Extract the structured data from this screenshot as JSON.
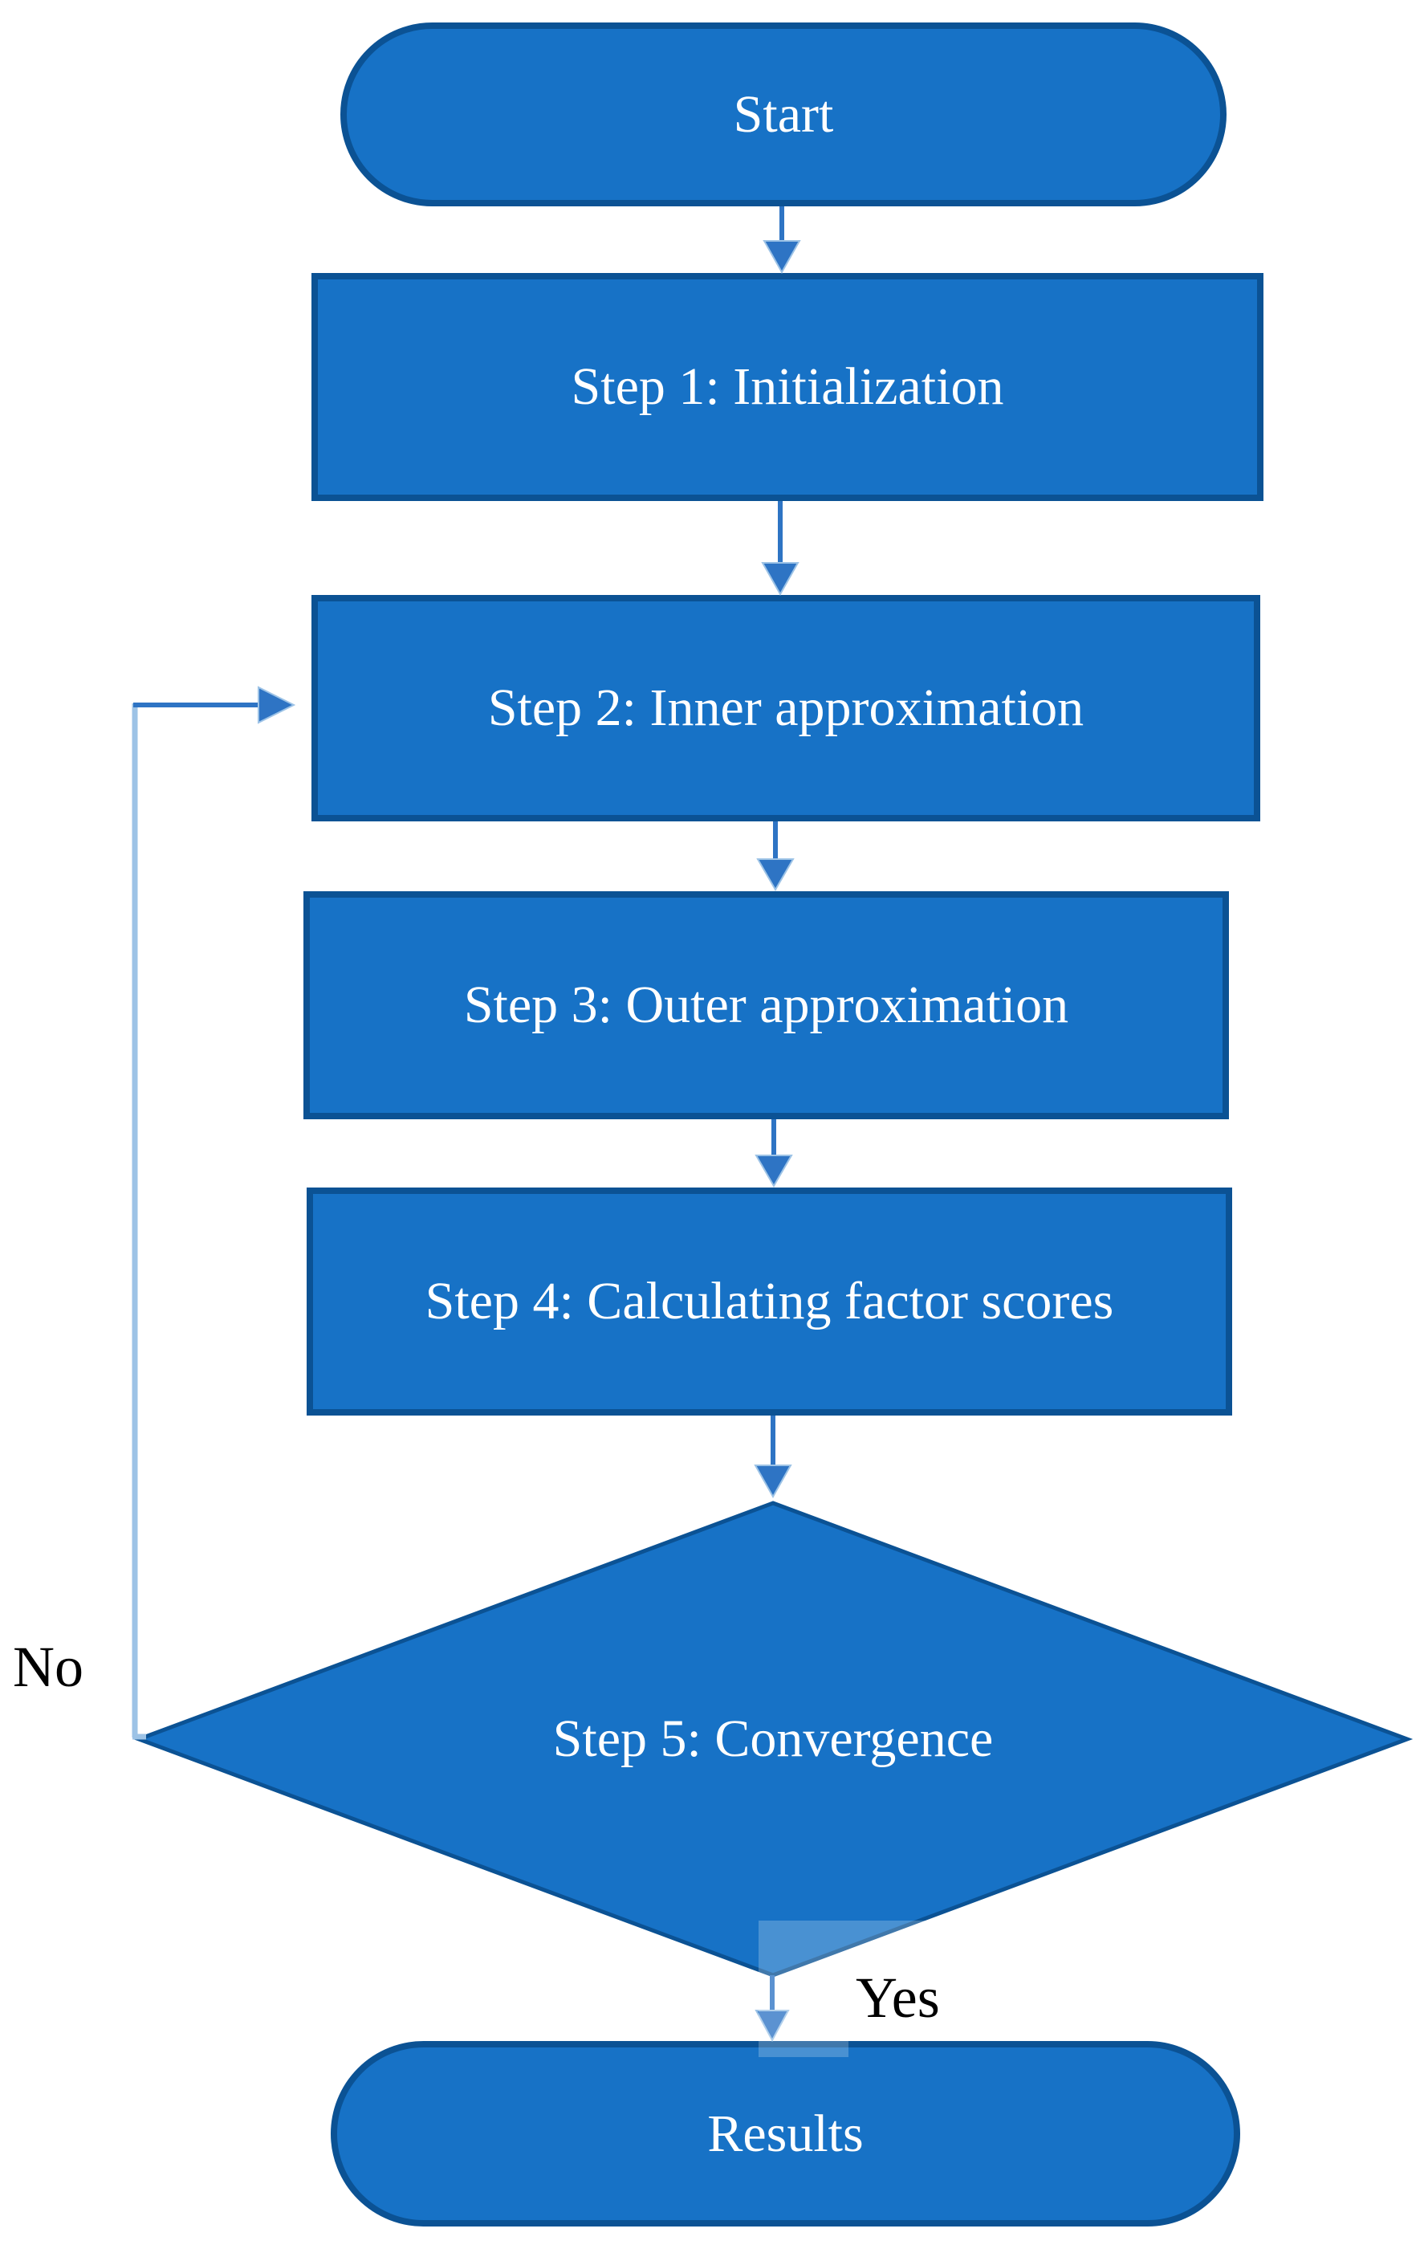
{
  "diagram": {
    "type": "flowchart",
    "nodes": {
      "start": {
        "label": "Start",
        "shape": "terminator"
      },
      "step1": {
        "label": "Step 1: Initialization",
        "shape": "process"
      },
      "step2": {
        "label": "Step 2: Inner approximation",
        "shape": "process"
      },
      "step3": {
        "label": "Step 3: Outer approximation",
        "shape": "process"
      },
      "step4": {
        "label": "Step 4: Calculating factor scores",
        "shape": "process"
      },
      "step5": {
        "label": "Step 5: Convergence",
        "shape": "decision"
      },
      "results": {
        "label": "Results",
        "shape": "terminator"
      }
    },
    "edges": [
      {
        "from": "start",
        "to": "step1",
        "label": ""
      },
      {
        "from": "step1",
        "to": "step2",
        "label": ""
      },
      {
        "from": "step2",
        "to": "step3",
        "label": ""
      },
      {
        "from": "step3",
        "to": "step4",
        "label": ""
      },
      {
        "from": "step4",
        "to": "step5",
        "label": ""
      },
      {
        "from": "step5",
        "to": "step2",
        "label": "No"
      },
      {
        "from": "step5",
        "to": "results",
        "label": "Yes"
      }
    ],
    "edge_labels": {
      "no": "No",
      "yes": "Yes"
    },
    "colors": {
      "shape_fill": "#1772C6",
      "shape_border": "#0B5294",
      "shape_text": "#FFFFFF",
      "connector": "#2E74C4",
      "loopline": "#9DC3E6",
      "label_text": "#000000",
      "background": "#FFFFFF"
    }
  }
}
